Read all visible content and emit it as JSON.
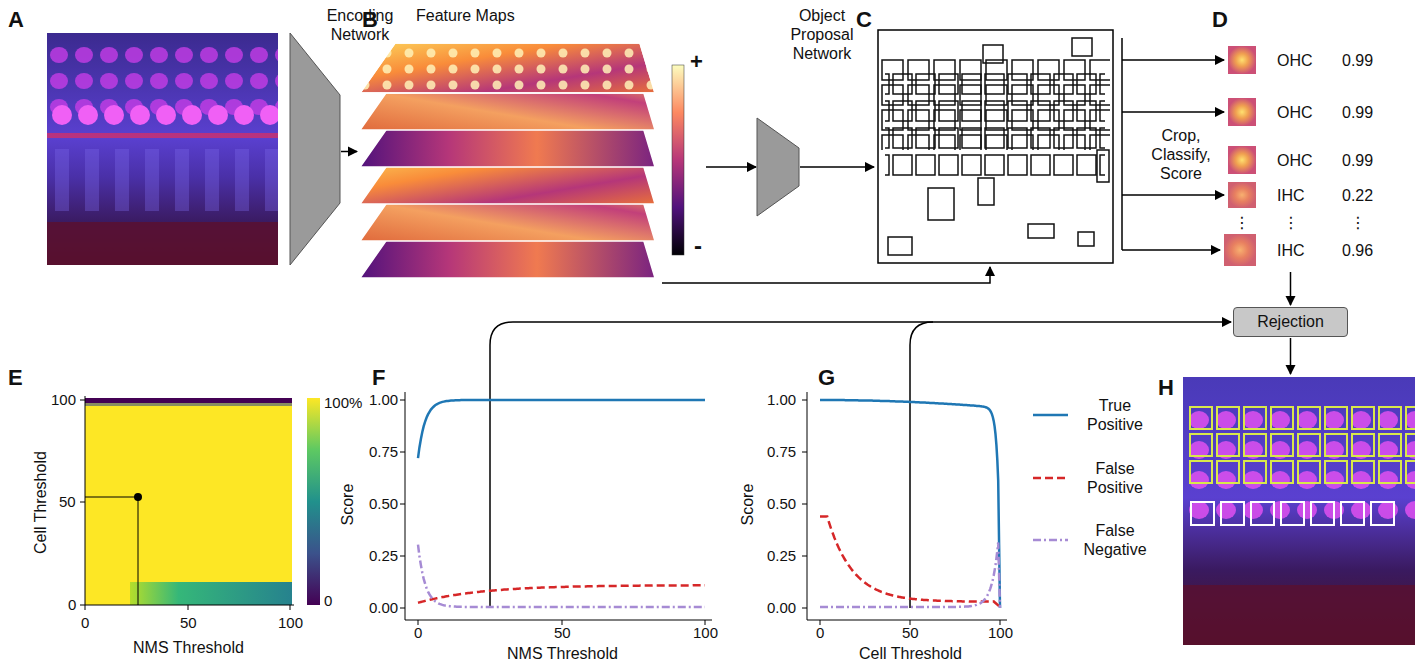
{
  "diagram": {
    "nodes": [
      {
        "text": [
          "Encoding Network"
        ]
      },
      {
        "text": [
          "Feature Maps"
        ]
      },
      {
        "text": [
          "Object Proposal Network"
        ]
      },
      {
        "text": [
          "Rejection"
        ]
      }
    ],
    "edges": [
      {
        "from": 0,
        "to": 1,
        "arrow": "to"
      },
      {
        "from": 1,
        "to": 2,
        "arrow": "to"
      }
    ],
    "labels": [
      "A",
      "B",
      "+",
      "-",
      "C",
      "D",
      "Crop, Classify, Score",
      "OHC",
      "0.99",
      "OHC",
      "0.99",
      "OHC",
      "0.99",
      "IHC",
      "0.22",
      "⋮",
      "⋮",
      "⋮",
      "IHC",
      "0.96",
      "E",
      "Cell Threshold",
      "100",
      "50",
      "0",
      "0",
      "50",
      "100",
      "NMS Threshold",
      "100%",
      "0",
      "F",
      "Score",
      "1.00",
      "0.75",
      "0.50",
      "0.25",
      "0.00",
      "0",
      "50",
      "100",
      "NMS Threshold",
      "G",
      "Score",
      "1.00",
      "0.75",
      "0.50",
      "0.25",
      "0.00",
      "0",
      "50",
      "100",
      "Cell Threshold",
      "H"
    ],
    "legend": [
      {
        "text": "True Positive"
      },
      {
        "text": "False Positive"
      },
      {
        "text": "False Negative"
      }
    ]
  }
}
